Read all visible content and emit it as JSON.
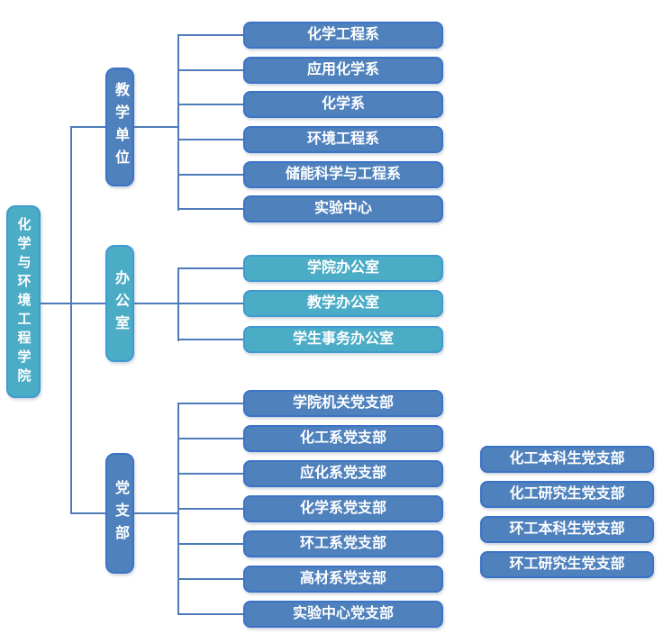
{
  "root": {
    "label": "化学与环境工程学院"
  },
  "groups": [
    {
      "label": "教学单位",
      "children": [
        "化学工程系",
        "应用化学系",
        "化学系",
        "环境工程系",
        "储能科学与工程系",
        "实验中心"
      ]
    },
    {
      "label": "办公室",
      "children": [
        "学院办公室",
        "教学办公室",
        "学生事务办公室"
      ]
    },
    {
      "label": "党支部",
      "children": [
        "学院机关党支部",
        "化工系党支部",
        "应化系党支部",
        "化学系党支部",
        "环工系党支部",
        "高材系党支部",
        "实验中心党支部"
      ]
    }
  ],
  "standalone": [
    "化工本科生党支部",
    "化工研究生党支部",
    "环工本科生党支部",
    "环工研究生党支部"
  ],
  "colors": {
    "blue_fill": "#4F81BD",
    "blue_border": "#3B73C6",
    "teal_fill": "#4BACC6",
    "teal_border": "#3E9AD0",
    "connector": "#4D7CBB",
    "text": "#FFFFFF",
    "background": "#FFFFFF"
  }
}
